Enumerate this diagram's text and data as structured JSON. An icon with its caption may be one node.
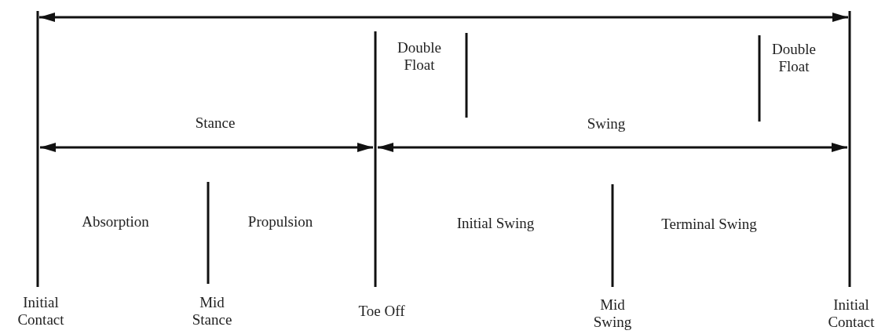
{
  "diagram": {
    "labels": [
      "Double Float",
      "Double Float",
      "Stance",
      "Swing",
      "Absorption",
      "Propulsion",
      "Initial Swing",
      "Terminal Swing",
      "Initial Contact",
      "Mid Stance",
      "Toe Off",
      "Mid Swing",
      "Initial Contact"
    ]
  }
}
